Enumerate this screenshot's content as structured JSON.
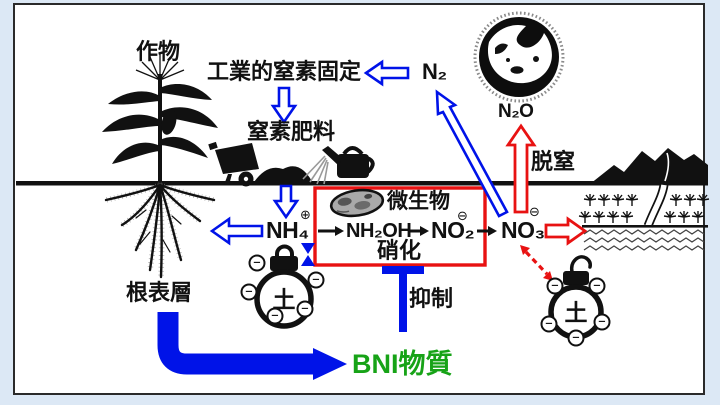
{
  "colors": {
    "blue": "#0013e8",
    "red": "#e81212",
    "green": "#17a317",
    "ink": "#111111",
    "bgedge": "#dce8f5"
  },
  "labels": {
    "crop": "作物",
    "industrial_fixation": "工業的窒素固定",
    "fertilizer": "窒素肥料",
    "denitrification": "脱窒",
    "microbes": "微生物",
    "nitrification": "硝化",
    "inhibition": "抑制",
    "root_surface": "根表層",
    "bni": "BNI物質",
    "soil": "土"
  },
  "chems": {
    "n2": "N₂",
    "n2o": "N₂O",
    "ammonium": "NH₄",
    "hydroxylamine": "NH₂OH",
    "nitrite": "NO₂",
    "nitrate": "NO₃"
  },
  "symbols": {
    "plus": "⊕",
    "minus": "⊖",
    "pot_minus": "−"
  }
}
